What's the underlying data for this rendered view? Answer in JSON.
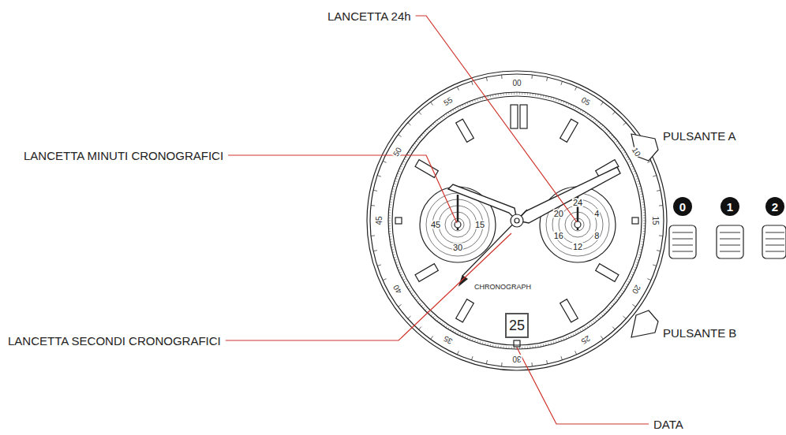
{
  "diagram": {
    "labels": [
      "LANCETTA 24h",
      "LANCETTA MINUTI CRONOGRAFICI",
      "LANCETTA SECONDI CRONOGRAFICI",
      "PULSANTE A",
      "PULSANTE B",
      "DATA",
      "0",
      "1",
      "2",
      "25",
      "CHRONOGRAPH",
      "00",
      "05",
      "10",
      "15",
      "20",
      "25",
      "30",
      "35",
      "40",
      "45",
      "50",
      "55",
      "45",
      "15",
      "30",
      "24",
      "4",
      "8",
      "12",
      "16",
      "20"
    ]
  }
}
